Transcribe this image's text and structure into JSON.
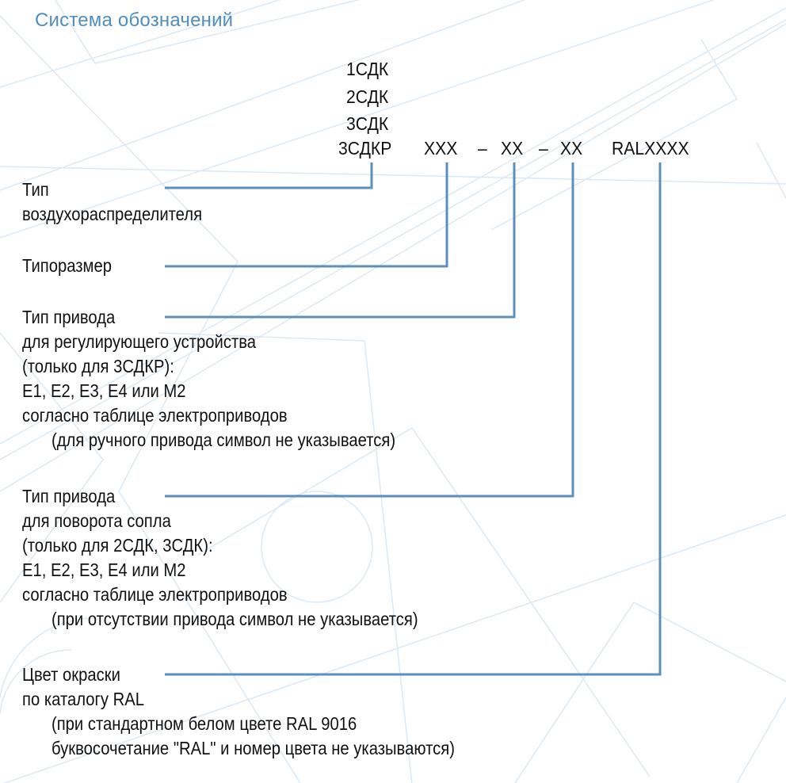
{
  "title": "Система обозначений",
  "colors": {
    "title": "#4f8ec0",
    "connector": "#5b8fbd",
    "background_pattern": "#dbe9f4",
    "text": "#111111"
  },
  "code": {
    "types": [
      "1СДК",
      "2СДК",
      "3СДК",
      "3СДКР"
    ],
    "size": "XXX",
    "sep1": "–",
    "drive1": "XX",
    "sep2": "–",
    "drive2": "XX",
    "color": "RALXXXX"
  },
  "descriptions": [
    {
      "lines": [
        "Тип",
        "воздухораспределителя"
      ],
      "indented": []
    },
    {
      "lines": [
        "Типоразмер"
      ],
      "indented": []
    },
    {
      "lines": [
        "Тип привода",
        "для регулирующего устройства",
        "(только для 3СДКР):",
        "Е1, Е2, Е3, Е4 или М2",
        "согласно таблице электроприводов"
      ],
      "indented": [
        "(для ручного привода символ не указывается)"
      ]
    },
    {
      "lines": [
        "Тип привода",
        "для поворота сопла",
        "(только для 2СДК, 3СДК):",
        "Е1, Е2, Е3, Е4 или М2",
        "согласно таблице электроприводов"
      ],
      "indented": [
        "(при отсутствии привода символ не указывается)"
      ]
    },
    {
      "lines": [
        "Цвет окраски",
        "по каталогу RAL"
      ],
      "indented": [
        "(при стандартном белом цвете RAL 9016",
        "буквосочетание \"RAL\" и номер цвета не указываются)"
      ]
    }
  ]
}
